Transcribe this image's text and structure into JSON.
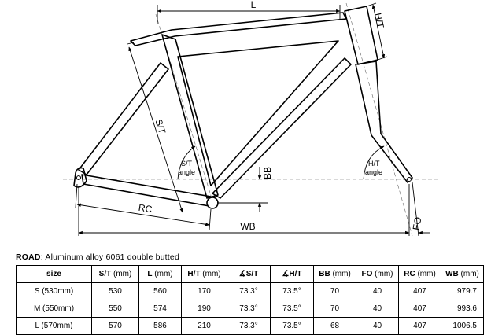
{
  "diagram": {
    "labels": {
      "length": "L",
      "head_tube": "H/T",
      "seat_tube": "S/T",
      "seat_angle_line1": "S/T",
      "seat_angle_line2": "angle",
      "head_angle_line1": "H/T",
      "head_angle_line2": "angle",
      "bottom_bracket": "BB",
      "rear_center": "RC",
      "wheelbase": "WB",
      "fork_offset": "FO"
    }
  },
  "caption": {
    "prefix": "ROAD",
    "text": ": Aluminum alloy 6061 double butted"
  },
  "table": {
    "headers": [
      {
        "label": "size",
        "unit": ""
      },
      {
        "label": "S/T",
        "unit": " (mm)"
      },
      {
        "label": "L",
        "unit": " (mm)"
      },
      {
        "label": "H/T",
        "unit": " (mm)"
      },
      {
        "label": "∡S/T",
        "unit": ""
      },
      {
        "label": "∡H/T",
        "unit": ""
      },
      {
        "label": "BB",
        "unit": " (mm)"
      },
      {
        "label": "FO",
        "unit": " (mm)"
      },
      {
        "label": "RC",
        "unit": " (mm)"
      },
      {
        "label": "WB",
        "unit": " (mm)"
      }
    ],
    "rows": [
      [
        "S (530mm)",
        "530",
        "560",
        "170",
        "73.3°",
        "73.5°",
        "70",
        "40",
        "407",
        "979.7"
      ],
      [
        "M (550mm)",
        "550",
        "574",
        "190",
        "73.3°",
        "73.5°",
        "70",
        "40",
        "407",
        "993.6"
      ],
      [
        "L (570mm)",
        "570",
        "586",
        "210",
        "73.3°",
        "73.5°",
        "68",
        "40",
        "407",
        "1006.5"
      ]
    ]
  }
}
